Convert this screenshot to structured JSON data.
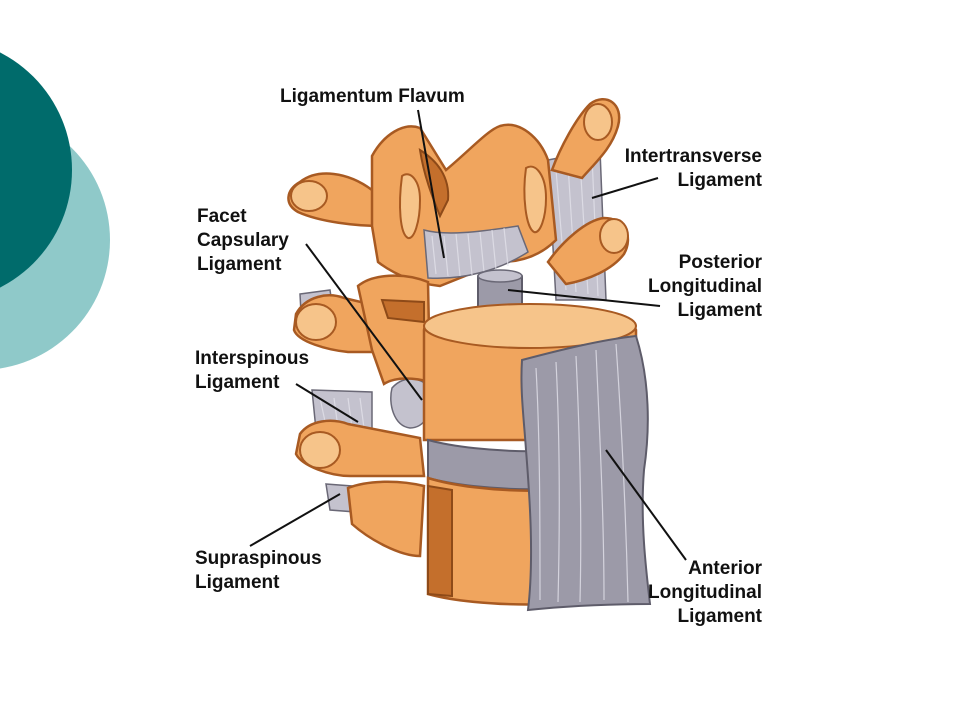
{
  "colors": {
    "accent_dark": "#006B6B",
    "accent_light": "#8FC9C9",
    "bone": "#F0A55E",
    "ligament": "#9C9AA8"
  },
  "labels": {
    "ligamentum_flavum": "Ligamentum Flavum",
    "intertransverse_1": "Intertransverse",
    "intertransverse_2": "Ligament",
    "facet_1": "Facet",
    "facet_2": "Capsulary",
    "facet_3": "Ligament",
    "posterior_1": "Posterior",
    "posterior_2": "Longitudinal",
    "posterior_3": "Ligament",
    "interspinous_1": "Interspinous",
    "interspinous_2": "Ligament",
    "supraspinous_1": "Supraspinous",
    "supraspinous_2": "Ligament",
    "anterior_1": "Anterior",
    "anterior_2": "Longitudinal",
    "anterior_3": "Ligament"
  }
}
